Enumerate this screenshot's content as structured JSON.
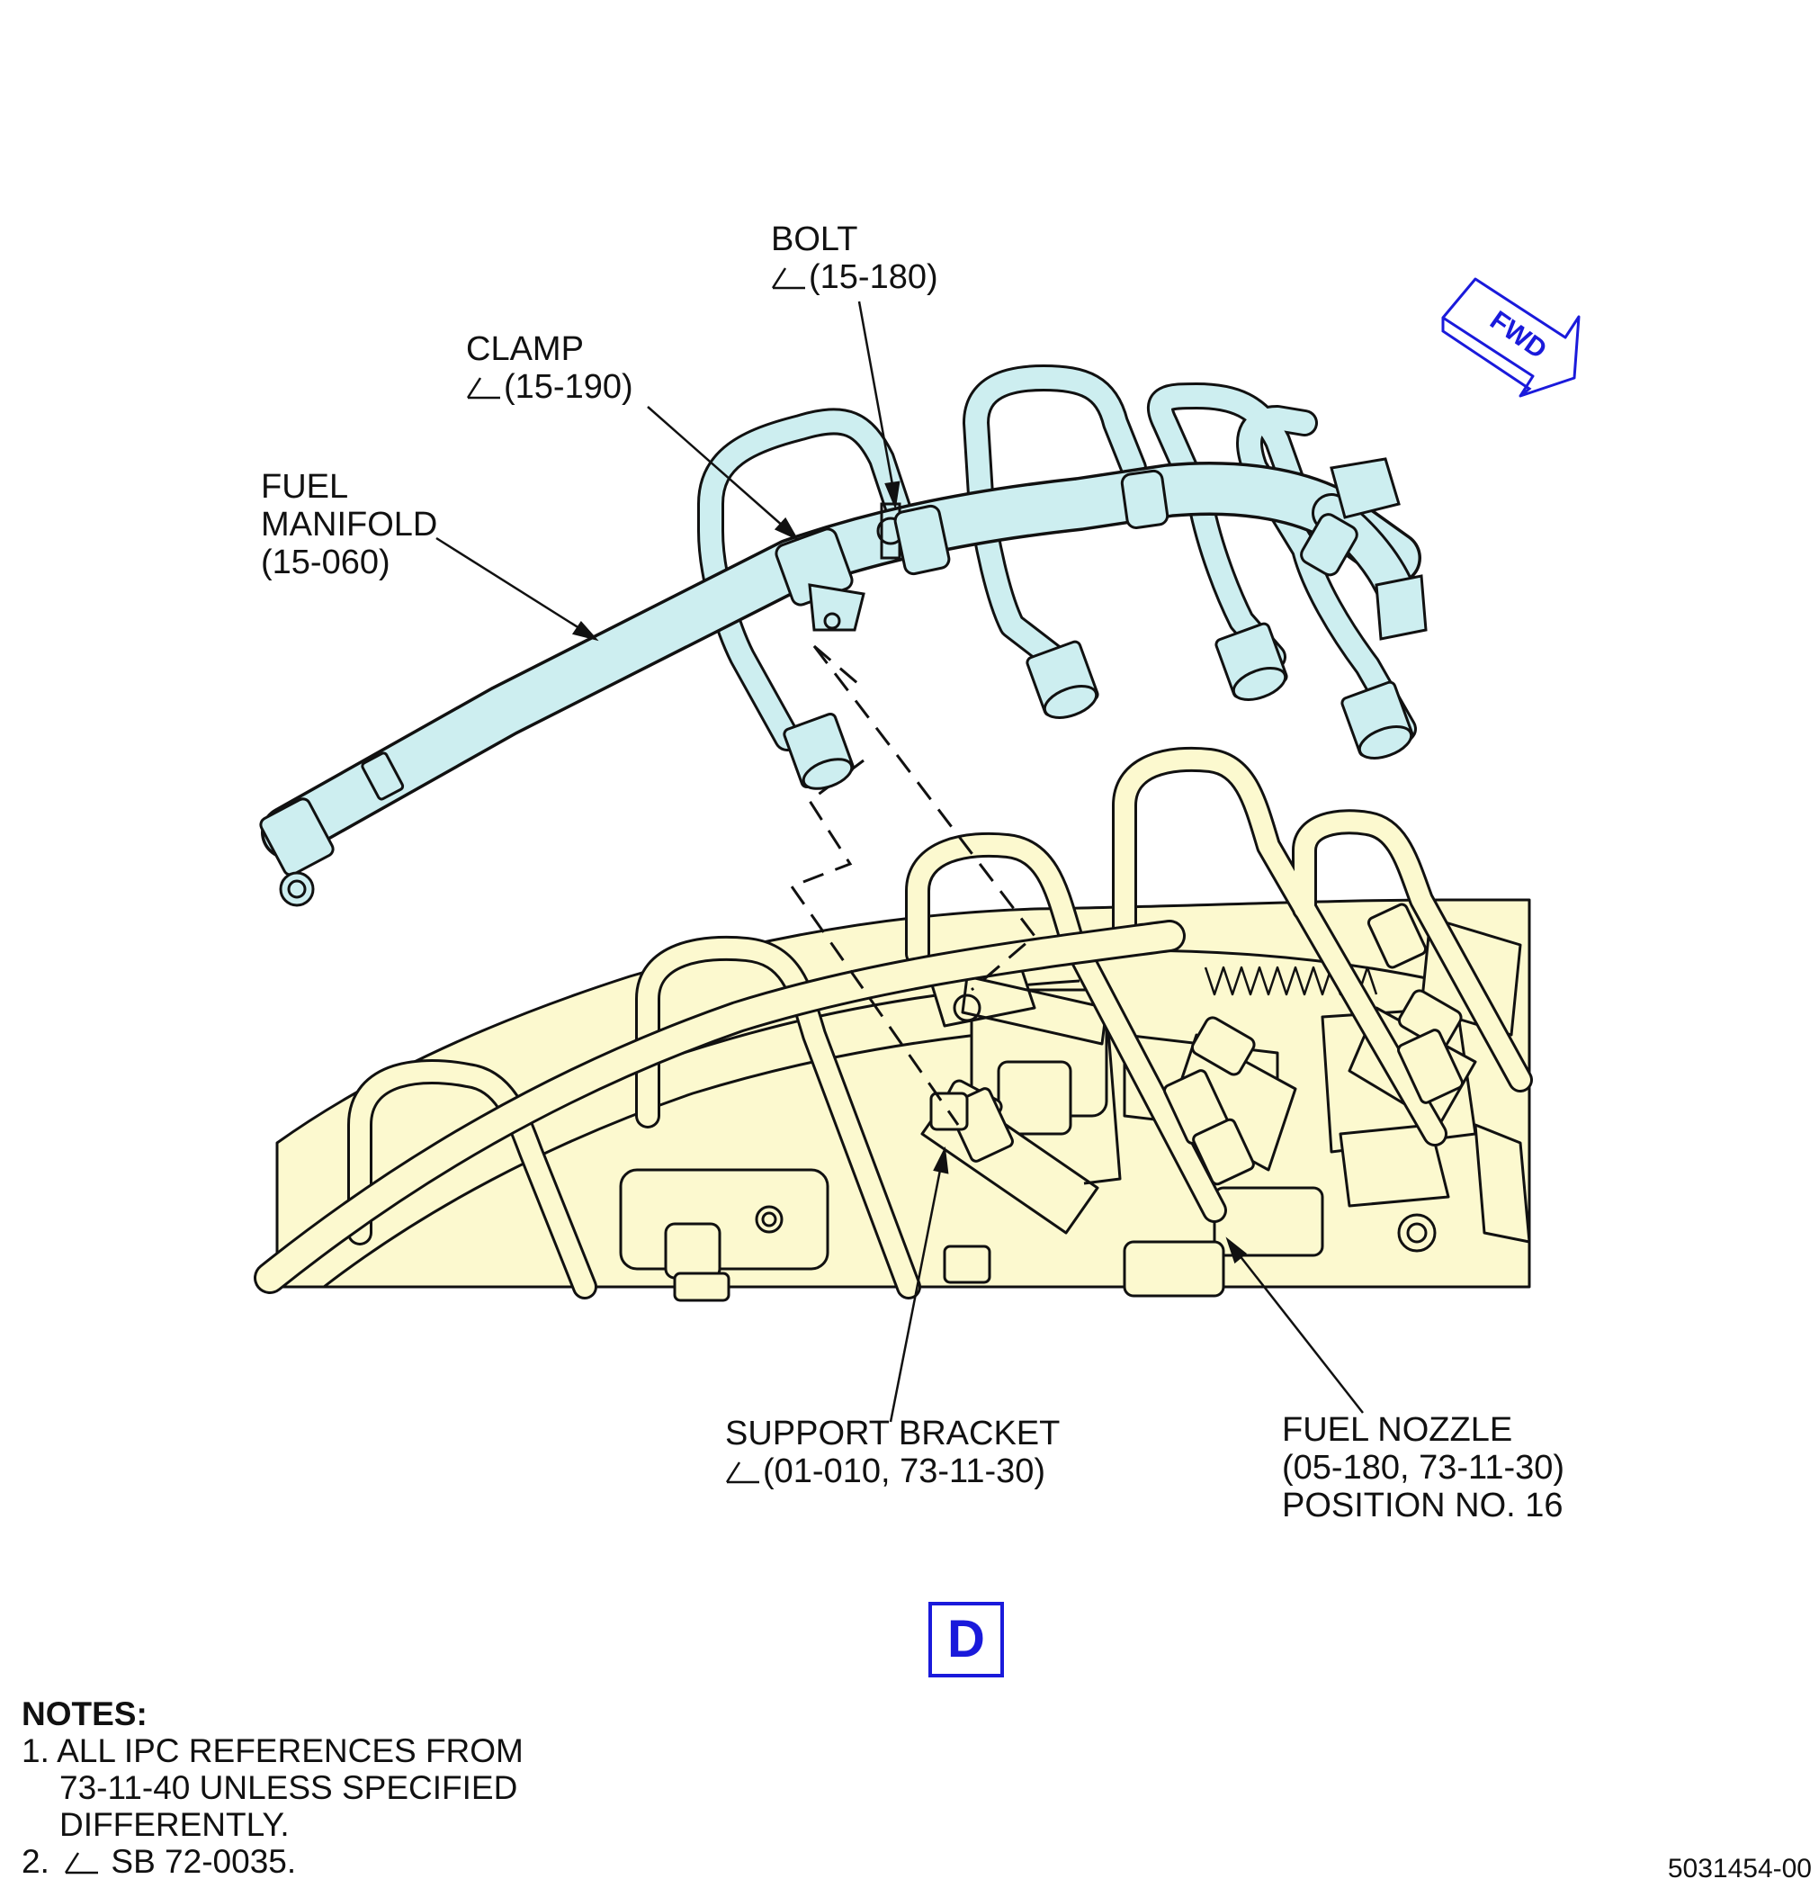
{
  "callouts": {
    "bolt": {
      "name": "BOLT",
      "ref": "(15-180)"
    },
    "clamp": {
      "name": "CLAMP",
      "ref": "(15-190)"
    },
    "fuel_manifold": {
      "line1": "FUEL",
      "line2": "MANIFOLD",
      "ref": "(15-060)"
    },
    "support_bracket": {
      "name": "SUPPORT BRACKET",
      "ref": "(01-010, 73-11-30)"
    },
    "fuel_nozzle": {
      "name": "FUEL NOZZLE",
      "ref": "(05-180, 73-11-30)",
      "position": "POSITION NO. 16"
    }
  },
  "fwd_arrow": {
    "label": "FWD",
    "color": "#1a1adb"
  },
  "view_label": {
    "letter": "D",
    "color": "#1a1adb"
  },
  "notes": {
    "heading": "NOTES:",
    "items": [
      {
        "line1": "1. ALL IPC REFERENCES FROM",
        "line2": "73-11-40 UNLESS SPECIFIED",
        "line3": "DIFFERENTLY."
      },
      {
        "prefix": "2.",
        "text": "SB 72-0035."
      }
    ]
  },
  "figure_number": "5031454-00",
  "colors": {
    "manifold_fill": "#cdeef0",
    "engine_fill": "#fcf9cf",
    "outline": "#111111"
  }
}
